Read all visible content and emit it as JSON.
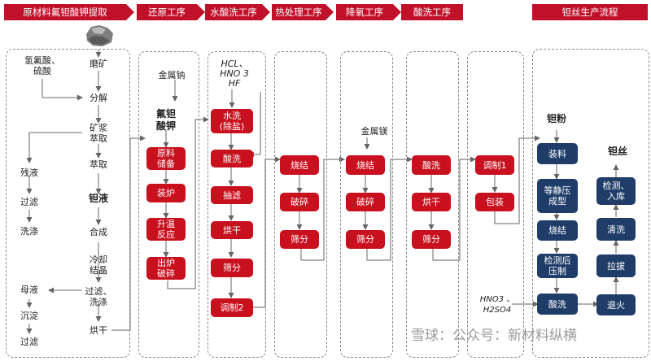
{
  "headers": [
    "原材料氟钽酸钾提取",
    "还原工序",
    "水酸洗工序",
    "热处理工序",
    "降氧工序",
    "酸洗工序",
    "钽丝生产流程"
  ],
  "labels": {
    "hf_acid": "氢氟酸、\n硫酸",
    "metal_na": "金属钠",
    "acids_top": "HCL、\nHNO 3\nHF",
    "metal_mg": "金属镁",
    "k2taf7": "氟钽\n酸钾",
    "residue": "残液",
    "ta_liquid": "钽液",
    "mother_liquor": "母液",
    "ta_powder": "钽粉",
    "ta_wire": "钽丝",
    "acids_bottom": "HNO3 、\nH2SO4"
  },
  "process": {
    "col1": [
      "磨矿",
      "分解",
      "矿浆\n萃取",
      "萃取",
      "合成",
      "冷却\n结晶",
      "过滤、\n洗涤",
      "烘干"
    ],
    "col1_left": [
      "过滤",
      "洗涤",
      "沉淀",
      "过滤"
    ],
    "col2": [
      "原料\n储备",
      "装炉",
      "升温\n反应",
      "出炉\n破碎"
    ],
    "col3": [
      "水洗\n(除盐)",
      "酸洗",
      "抽滤",
      "烘干",
      "筛分",
      "调制2"
    ],
    "col4": [
      "烧结",
      "破碎",
      "筛分"
    ],
    "col5": [
      "烧结",
      "破碎",
      "筛分"
    ],
    "col6": [
      "酸洗",
      "烘干",
      "筛分"
    ],
    "col7": [
      "调制1",
      "包装"
    ],
    "wire1": [
      "装料",
      "等静压\n成型",
      "烧结",
      "检测后\n压制",
      "酸洗"
    ],
    "wire2": [
      "检测、\n入库",
      "清洗",
      "拉拔",
      "退火"
    ]
  },
  "watermark": "雪球：公众号：新材料纵横",
  "colors": {
    "red": "#c8101e",
    "header_red": "#c0102a",
    "navy": "#1f3d68",
    "line": "#666666"
  }
}
